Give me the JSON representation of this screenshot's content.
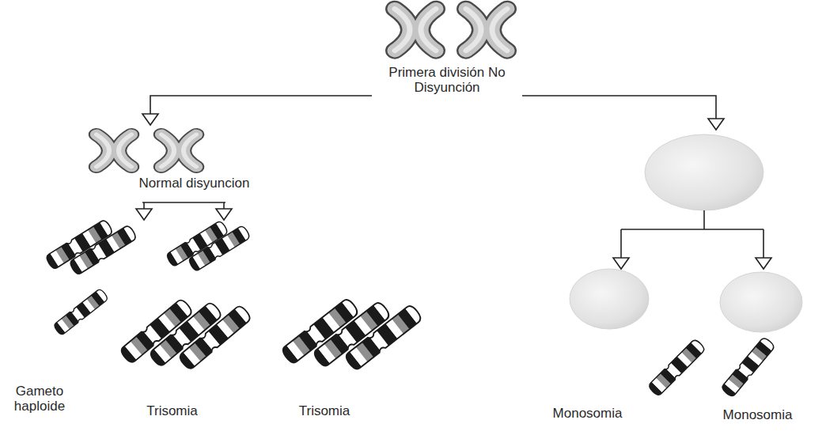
{
  "diagram": {
    "nodes": [
      {
        "text": [
          "Primera división No Disyunción"
        ]
      },
      {
        "text": [
          "Normal disyuncion"
        ]
      },
      {
        "text": [
          "Gameto haploide"
        ]
      },
      {
        "text": [
          "Trisomia"
        ]
      },
      {
        "text": [
          "Trisomia"
        ]
      },
      {
        "text": [
          "Monosomia"
        ]
      },
      {
        "text": [
          "Monosomia"
        ]
      }
    ],
    "edges": [
      {
        "from": 0,
        "to": 1,
        "arrow": "to"
      }
    ]
  }
}
